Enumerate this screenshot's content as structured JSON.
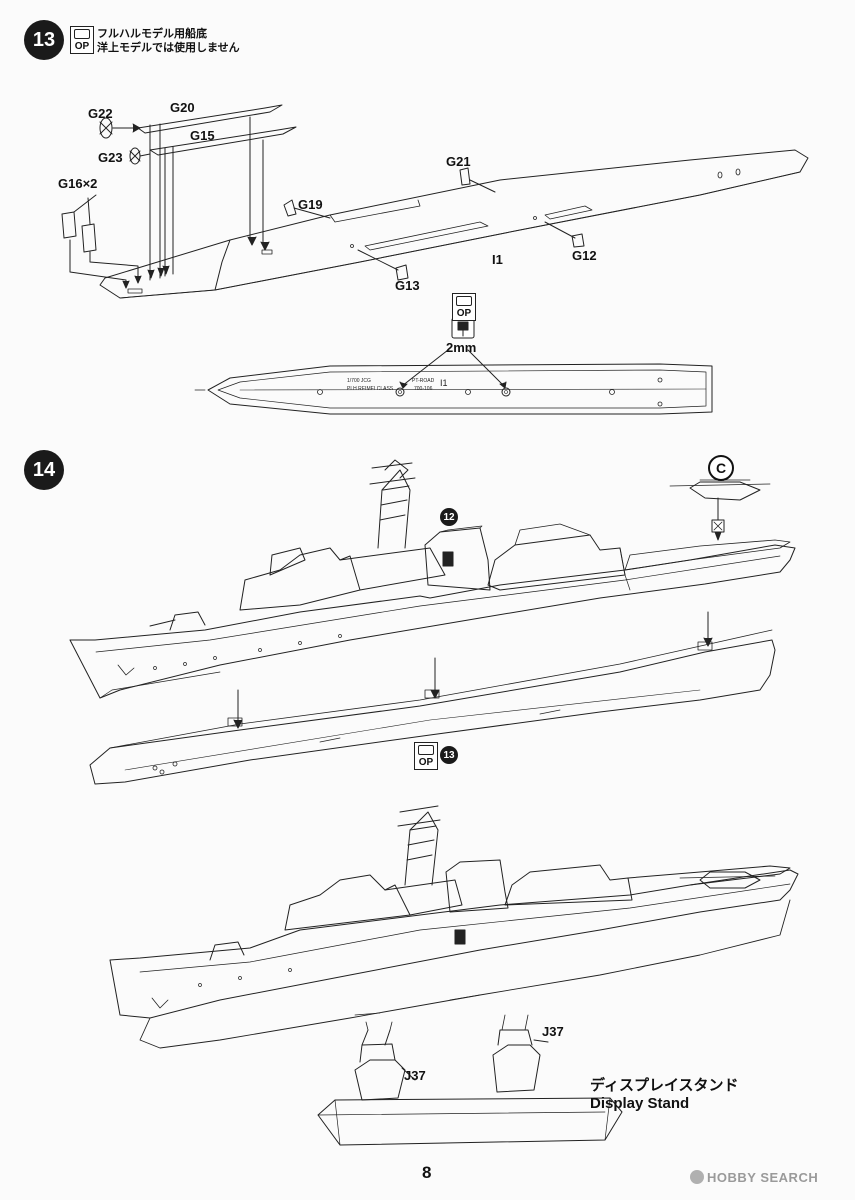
{
  "step13": {
    "number": "13",
    "op_label": "OP",
    "note_line1": "フルハルモデル用船底",
    "note_line2": "洋上モデルでは使用しません",
    "parts": {
      "g22": "G22",
      "g20": "G20",
      "g15": "G15",
      "g23": "G23",
      "g16": "G16×2",
      "g19": "G19",
      "g21": "G21",
      "g12": "G12",
      "g13": "G13",
      "i1": "I1"
    },
    "drill_op_label": "OP",
    "drill_size": "2mm",
    "hull_texts": [
      "1/700 JCG",
      "PLH REIMEI CLASS",
      "PT-ROAD",
      "700-106",
      "I1"
    ]
  },
  "step14": {
    "number": "14",
    "subassembly_ref": "12",
    "helicopter_mark": "C",
    "op_label": "OP",
    "ref_step": "13",
    "stand_parts": {
      "left": "J37",
      "right": "J37"
    },
    "stand_caption_jp": "ディスプレイスタンド",
    "stand_caption_en": "Display Stand"
  },
  "page_number": "8",
  "watermark": "HOBBY SEARCH",
  "colors": {
    "line": "#222222",
    "paper": "#fbfbfb",
    "badge": "#1a1a1a",
    "watermark": "#9a9a9a"
  }
}
